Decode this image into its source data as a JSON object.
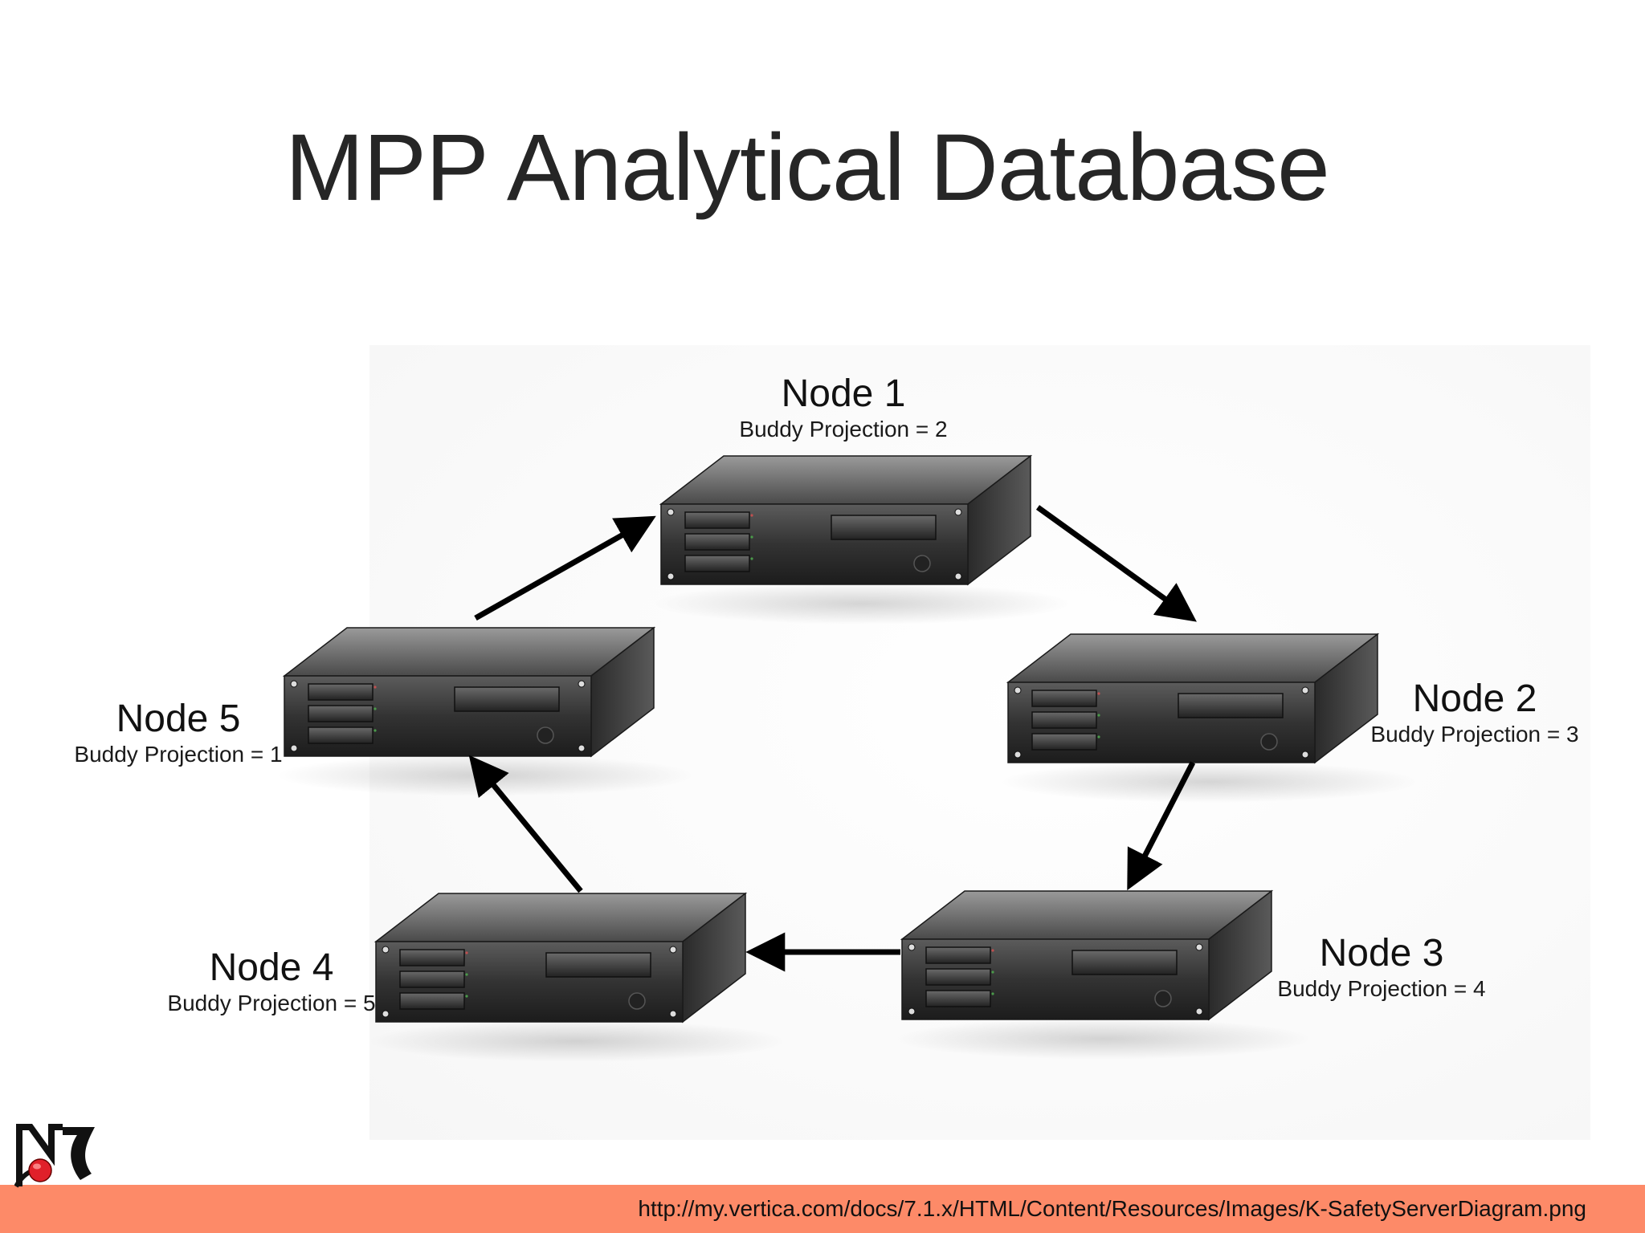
{
  "slide": {
    "title": "MPP Analytical Database",
    "source_url": "http://my.vertica.com/docs/7.1.x/HTML/Content/Resources/Images/K-SafetyServerDiagram.png"
  },
  "nodes": [
    {
      "name": "Node 1",
      "buddy": "Buddy Projection = 2"
    },
    {
      "name": "Node 2",
      "buddy": "Buddy Projection = 3"
    },
    {
      "name": "Node 3",
      "buddy": "Buddy Projection = 4"
    },
    {
      "name": "Node 4",
      "buddy": "Buddy Projection = 5"
    },
    {
      "name": "Node 5",
      "buddy": "Buddy Projection = 1"
    }
  ],
  "colors": {
    "footer": "#fd8a68",
    "logo_dot": "#e0202a"
  },
  "icons": {
    "server": "rack-server-icon",
    "logo": "organization-logo"
  }
}
